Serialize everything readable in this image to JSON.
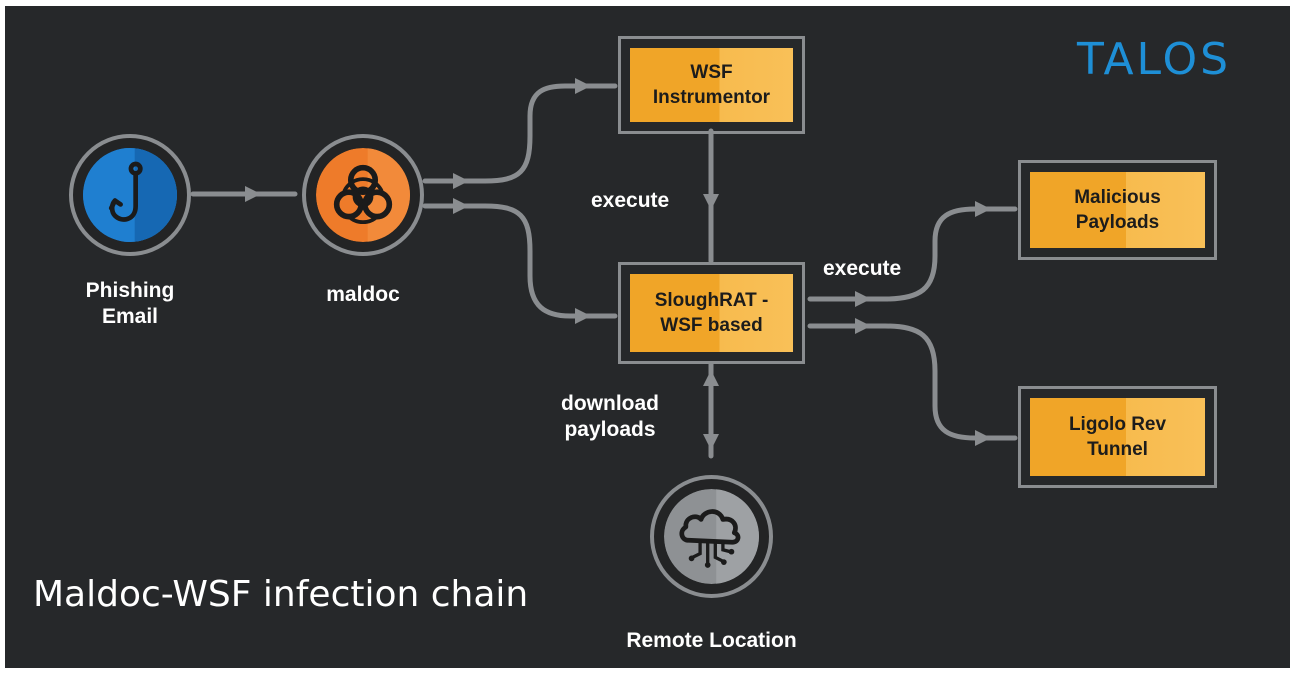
{
  "brand": {
    "logo_text": "TALOS",
    "color": "#1e8fd6"
  },
  "title": "Maldoc-WSF infection chain",
  "nodes": {
    "phishing_email": {
      "label": "Phishing\nEmail",
      "icon": "fishhook-icon",
      "color": "#1f7fd0"
    },
    "maldoc": {
      "label": "maldoc",
      "icon": "biohazard-icon",
      "color": "#ee7b2a"
    },
    "remote_location": {
      "label": "Remote Location",
      "icon": "cloud-network-icon",
      "color": "#8e9194"
    },
    "wsf_instrumentor": {
      "label": "WSF\nInstrumentor"
    },
    "sloughrat": {
      "label": "SloughRAT -\nWSF based"
    },
    "malicious_payloads": {
      "label": "Malicious\nPayloads"
    },
    "ligolo": {
      "label": "Ligolo Rev\nTunnel"
    }
  },
  "edges": {
    "execute_left": "execute",
    "execute_right": "execute",
    "download": "download\npayloads"
  },
  "colors": {
    "background": "#26282a",
    "connector": "#8a8d90",
    "box_fill": "#f0a528",
    "box_highlight": "#f7bb4e"
  }
}
